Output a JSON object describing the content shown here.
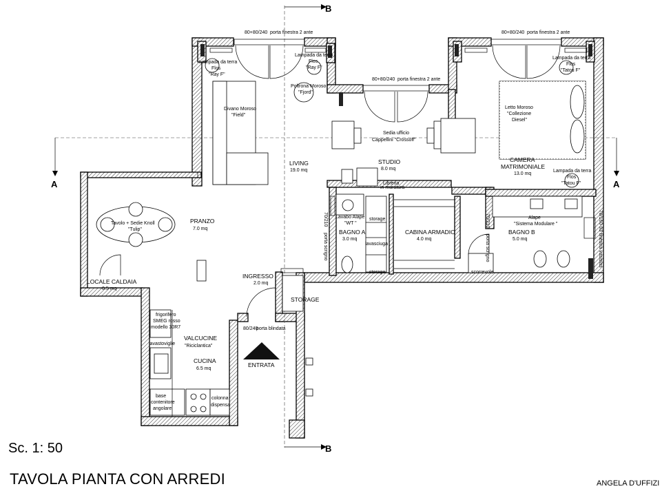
{
  "scale": "Sc. 1: 50",
  "title": "TAVOLA PIANTA CON ARREDI",
  "author": "ANGELA D'UFFIZI",
  "section_marks": {
    "a": "A",
    "b": "B"
  },
  "rooms": {
    "living": {
      "name": "LIVING",
      "area": "19.0 mq"
    },
    "studio": {
      "name": "STUDIO",
      "area": "8.0 mq"
    },
    "camera": {
      "name1": "CAMERA",
      "name2": "MATRIMONIALE",
      "area": "13.0 mq"
    },
    "pranzo": {
      "name": "PRANZO",
      "area": "7.0 mq"
    },
    "caldaia": {
      "name": "LOCALE CALDAIA",
      "area": "0.5 mq"
    },
    "bagno_a": {
      "name": "BAGNO A",
      "area": "3.0 mq"
    },
    "cabina": {
      "name": "CABINA ARMADIO",
      "area": "4.0 mq"
    },
    "bagno_b": {
      "name": "BAGNO B",
      "area": "5.0 mq"
    },
    "ingresso": {
      "name": "INGRESSO",
      "area": "2.0 mq"
    },
    "storage": {
      "name": "STORAGE"
    },
    "cucina": {
      "name": "CUCINA",
      "area": "6.5 mq"
    }
  },
  "labels": {
    "window_dim": "80+80/240",
    "window_type": "porta finestra 2 ante",
    "lampada_1": "Lampada da terra",
    "lampada_2": "Flos",
    "lampada_3a": "\"Ray F\"",
    "lampada_3b": "\"Tatou F\"",
    "poltrona_1": "Poltrona Moroso",
    "poltrona_2": "\"Fjord\"",
    "divano_1": "Divano Moroso",
    "divano_2": "\"Field\"",
    "sedia_1": "Sedia ufficio",
    "sedia_2": "Cappellini \"Crossoff\"",
    "libreria_1": "Libreria",
    "libreria_2": "in muratura",
    "letto_1": "Letto Moroso",
    "letto_2": "\"Collezione",
    "letto_3": "Diesel\"",
    "tavolo_1": "Tavolo + Sedie Knoll",
    "tavolo_2": "\"Tulip\"",
    "lavabo_1": "Lavabo Alape",
    "lavabo_2": "\"WT \"",
    "storage_small": "storage",
    "lavasciuga": "lavasciuga",
    "porta_scrigno": "porta scrigno",
    "door_dim": "70/210",
    "alape_1": "Alape",
    "alape_2": "\"Sistema Modulare \"",
    "finestra_vasistas": "78/160-93 finestra vasistas",
    "scorrevole": "scorrevole",
    "frigo_1": "frigorifero",
    "frigo_2": "SMEG rosso",
    "frigo_3": "modello 30R7",
    "lavastoviglie": "lavastoviglie",
    "valcucine_1": "VALCUCINE",
    "valcucine_2": "\"Riciclantica\"",
    "base_1": "base",
    "base_2": "contenitore",
    "base_3": "angolare",
    "colonna_1": "colonna",
    "colonna_2": "dispensa",
    "blindata_dim": "80/240",
    "blindata": "porta blindata",
    "entrata": "ENTRATA"
  }
}
